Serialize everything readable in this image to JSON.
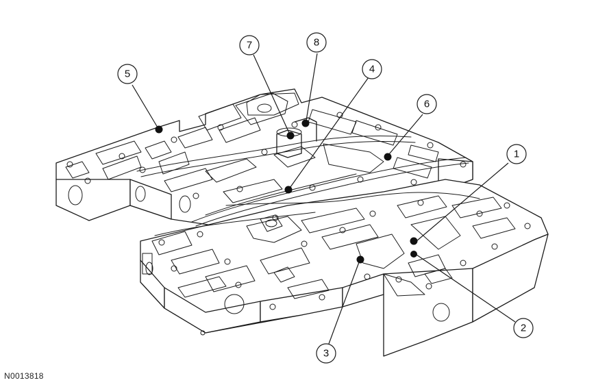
{
  "figure_id": "N0013818",
  "callouts": [
    {
      "label": "1"
    },
    {
      "label": "2"
    },
    {
      "label": "3"
    },
    {
      "label": "4"
    },
    {
      "label": "5"
    },
    {
      "label": "6"
    },
    {
      "label": "7"
    },
    {
      "label": "8"
    }
  ]
}
